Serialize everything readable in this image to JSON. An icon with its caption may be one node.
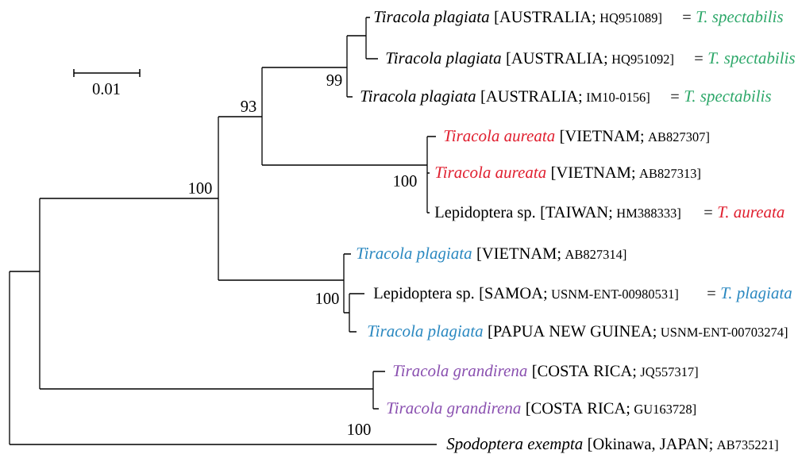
{
  "diagram": {
    "labels": [
      "Tiracola plagiata",
      "[AUSTRALIA;",
      "HQ951089]",
      "=",
      "T. spectabilis",
      "Tiracola plagiata",
      "[AUSTRALIA;",
      "HQ951092]",
      "=",
      "T. spectabilis",
      "99",
      "0.01",
      "Tiracola plagiata",
      "[AUSTRALIA;",
      "IM10-0156]",
      "=",
      "T. spectabilis",
      "93",
      "Tiracola aureata",
      "[VIETNAM;",
      "AB827307]",
      "Tiracola aureata",
      "[VIETNAM;",
      "AB827313]",
      "100",
      "100",
      "Lepidoptera sp.",
      "[TAIWAN;",
      "HM388333]",
      "=",
      "T. aureata",
      "Tiracola plagiata",
      "[VIETNAM;",
      "AB827314]",
      "100",
      "Lepidoptera sp.",
      "[SAMOA;",
      "USNM-ENT-00980531]",
      "=",
      "T. plagiata",
      "Tiracola plagiata",
      "[PAPUA NEW GUINEA;",
      "USNM-ENT-00703274]",
      "Tiracola grandirena",
      "[COSTA RICA;",
      "JQ557317]",
      "Tiracola grandirena",
      "[COSTA RICA;",
      "GU163728]",
      "100",
      "Spodoptera exempta",
      "[Okinawa, JAPAN;",
      "AB735221]"
    ]
  }
}
